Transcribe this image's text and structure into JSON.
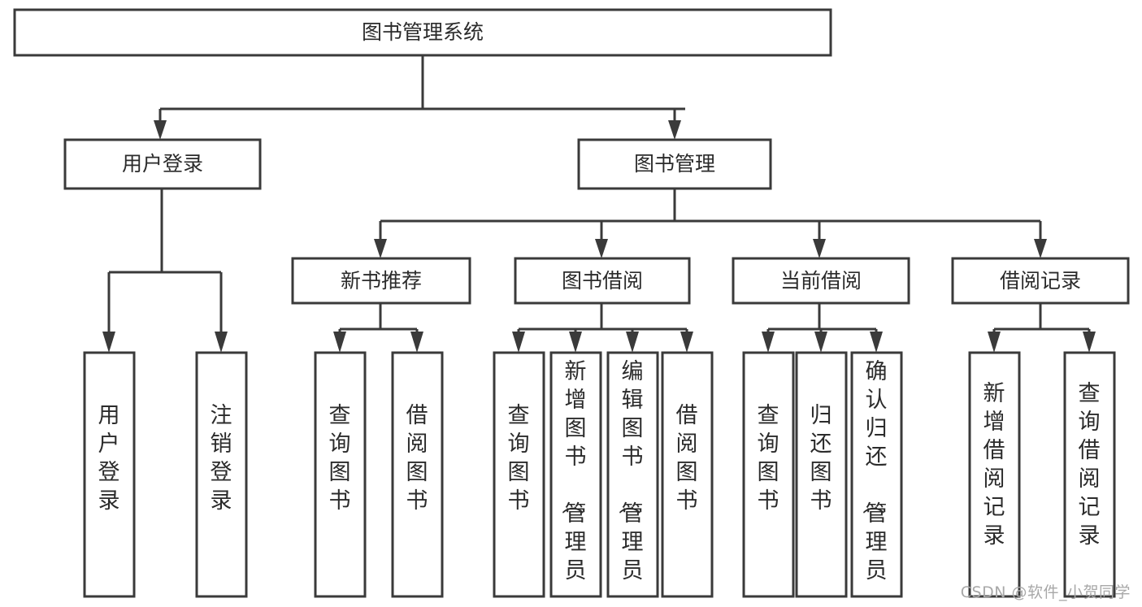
{
  "title": "图书管理系统",
  "watermark": "CSDN @软件_小贺同学",
  "colors": {
    "stroke": "#3a3a3a",
    "box_fill": "#ffffff",
    "text": "#2b2b2b",
    "background": "#ffffff",
    "watermark": "#a8a8a8"
  },
  "chart_data": {
    "type": "diagram",
    "diagram_kind": "tree-hierarchy-function-structure",
    "title": "图书管理系统",
    "orientation": "top-down",
    "levels": 3,
    "nodes": {
      "root": {
        "label": "图书管理系统",
        "level": 0
      },
      "level1": [
        {
          "id": "user-login",
          "label": "用户登录",
          "level": 1
        },
        {
          "id": "book-manage",
          "label": "图书管理",
          "level": 1
        }
      ],
      "level2": [
        {
          "id": "new-book-recommend",
          "label": "新书推荐",
          "level": 2,
          "parent": "book-manage"
        },
        {
          "id": "book-borrow",
          "label": "图书借阅",
          "level": 2,
          "parent": "book-manage"
        },
        {
          "id": "current-borrow",
          "label": "当前借阅",
          "level": 2,
          "parent": "book-manage"
        },
        {
          "id": "borrow-record",
          "label": "借阅记录",
          "level": 2,
          "parent": "book-manage"
        }
      ],
      "leaves": [
        {
          "id": "leaf-user-login",
          "label": "用户登录",
          "parent": "user-login"
        },
        {
          "id": "leaf-user-logout",
          "label": "注销登录",
          "parent": "user-login"
        },
        {
          "id": "leaf-query-book-1",
          "label": "查询图书",
          "parent": "new-book-recommend"
        },
        {
          "id": "leaf-borrow-book-1",
          "label": "借阅图书",
          "parent": "new-book-recommend"
        },
        {
          "id": "leaf-query-book-2",
          "label": "查询图书",
          "parent": "book-borrow"
        },
        {
          "id": "leaf-add-book",
          "label": "新增图书（管理员）",
          "parent": "book-borrow"
        },
        {
          "id": "leaf-edit-book",
          "label": "编辑图书（管理员）",
          "parent": "book-borrow"
        },
        {
          "id": "leaf-borrow-book-2",
          "label": "借阅图书",
          "parent": "book-borrow"
        },
        {
          "id": "leaf-query-book-3",
          "label": "查询图书",
          "parent": "current-borrow"
        },
        {
          "id": "leaf-return-book",
          "label": "归还图书",
          "parent": "current-borrow"
        },
        {
          "id": "leaf-confirm-return",
          "label": "确认归还（管理员）",
          "parent": "current-borrow"
        },
        {
          "id": "leaf-add-record",
          "label": "新增借阅记录",
          "parent": "borrow-record"
        },
        {
          "id": "leaf-query-record",
          "label": "查询借阅记录",
          "parent": "borrow-record"
        }
      ]
    },
    "edges": [
      {
        "from": "图书管理系统",
        "to": "用户登录"
      },
      {
        "from": "图书管理系统",
        "to": "图书管理"
      },
      {
        "from": "用户登录",
        "to": "用户登录"
      },
      {
        "from": "用户登录",
        "to": "注销登录"
      },
      {
        "from": "图书管理",
        "to": "新书推荐"
      },
      {
        "from": "图书管理",
        "to": "图书借阅"
      },
      {
        "from": "图书管理",
        "to": "当前借阅"
      },
      {
        "from": "图书管理",
        "to": "借阅记录"
      },
      {
        "from": "新书推荐",
        "to": "查询图书"
      },
      {
        "from": "新书推荐",
        "to": "借阅图书"
      },
      {
        "from": "图书借阅",
        "to": "查询图书"
      },
      {
        "from": "图书借阅",
        "to": "新增图书（管理员）"
      },
      {
        "from": "图书借阅",
        "to": "编辑图书（管理员）"
      },
      {
        "from": "图书借阅",
        "to": "借阅图书"
      },
      {
        "from": "当前借阅",
        "to": "查询图书"
      },
      {
        "from": "当前借阅",
        "to": "归还图书"
      },
      {
        "from": "当前借阅",
        "to": "确认归还（管理员）"
      },
      {
        "from": "借阅记录",
        "to": "新增借阅记录"
      },
      {
        "from": "借阅记录",
        "to": "查询借阅记录"
      }
    ]
  }
}
